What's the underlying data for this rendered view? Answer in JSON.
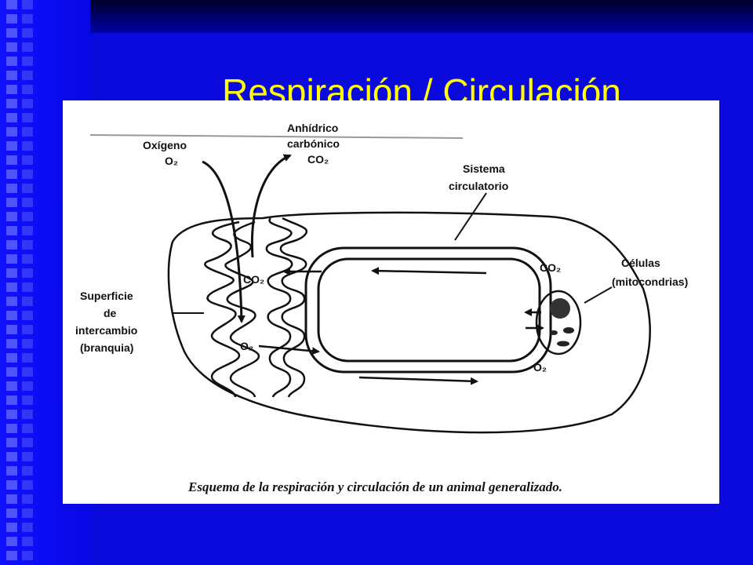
{
  "slide": {
    "title": "Respiración / Circulación",
    "title_color": "#ffff00",
    "background": "#0a0adc"
  },
  "figure": {
    "labels": {
      "oxygen": "Oxígeno",
      "oxygen_formula": "O₂",
      "co2_name_1": "Anhídrico",
      "co2_name_2": "carbónico",
      "co2_formula": "CO₂",
      "system_1": "Sistema",
      "system_2": "circulatorio",
      "cells_1": "Células",
      "cells_2": "(mitocondrias)",
      "surface_1": "Superficie",
      "surface_2": "de",
      "surface_3": "intercambio",
      "surface_4": "(branquia)",
      "co2_left": "CO₂",
      "o2_left": "O₂",
      "co2_right": "CO₂",
      "o2_right": "O₂"
    },
    "caption": "Esquema de la respiración y circulación de un animal generalizado."
  }
}
